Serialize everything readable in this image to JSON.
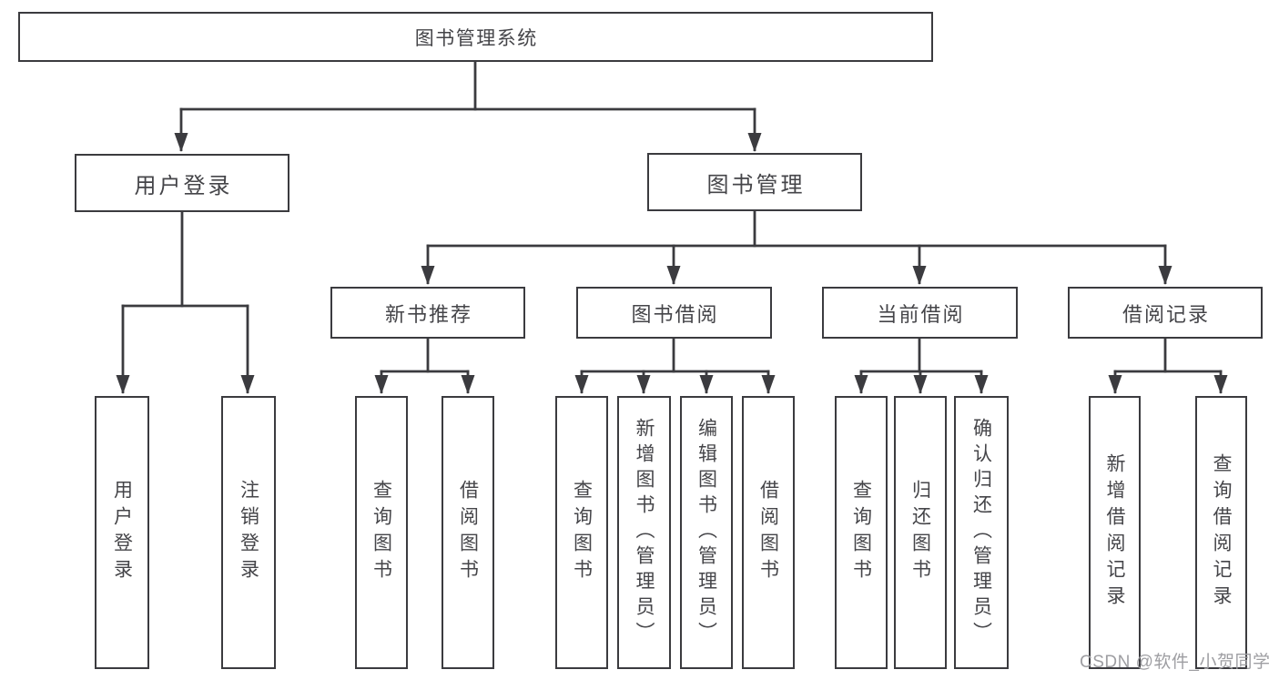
{
  "title": "图书管理系统",
  "tree": {
    "root": "图书管理系统",
    "branches": [
      {
        "label": "用户登录",
        "children": [
          "用户登录",
          "注销登录"
        ]
      },
      {
        "label": "图书管理",
        "sub": [
          {
            "label": "新书推荐",
            "children": [
              "查询图书",
              "借阅图书"
            ]
          },
          {
            "label": "图书借阅",
            "children": [
              "查询图书",
              "新增图书（管理员）",
              "编辑图书（管理员）",
              "借阅图书"
            ]
          },
          {
            "label": "当前借阅",
            "children": [
              "查询图书",
              "归还图书",
              "确认归还（管理员）"
            ]
          },
          {
            "label": "借阅记录",
            "children": [
              "新增借阅记录",
              "查询借阅记录"
            ]
          }
        ]
      }
    ]
  },
  "watermark": {
    "text": "CSDN @软件_小贺同学"
  },
  "colors": {
    "line": "#3b3b3f",
    "text": "#454549",
    "watermark": "#9e9ea2",
    "background": "#ffffff"
  }
}
